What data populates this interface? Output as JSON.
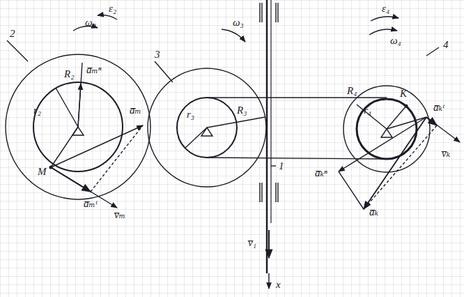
{
  "diagram": {
    "labels": [
      "2",
      "ε₂",
      "ω₂",
      "R₂",
      "a̅ₘⁿ",
      "r₂",
      "a̅ₘ",
      "M",
      "a̅ₘᵗ",
      "v̅ₘ",
      "3",
      "r₃",
      "R₃",
      "ω₃",
      "1",
      "v̅₁",
      "x",
      "ε₄",
      "ω₄",
      "4",
      "R₄",
      "r₄",
      "K",
      "a̅ₖᵗ",
      "v̅ₖ",
      "a̅ₖⁿ",
      "a̅ₖ"
    ]
  }
}
